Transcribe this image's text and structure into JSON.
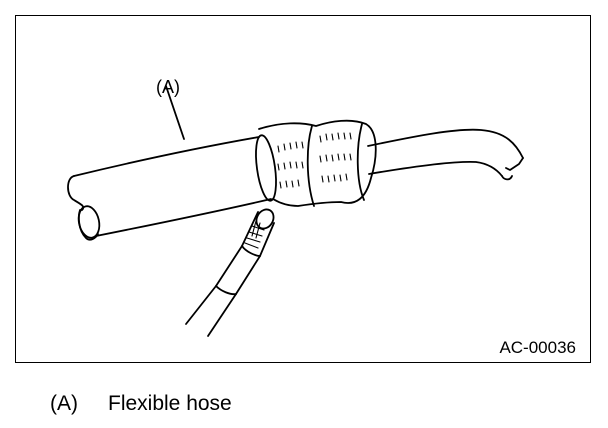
{
  "figure": {
    "callout_label": "(A)",
    "figure_code": "AC-00036"
  },
  "legend": [
    {
      "key": "(A)",
      "text": "Flexible hose"
    }
  ]
}
